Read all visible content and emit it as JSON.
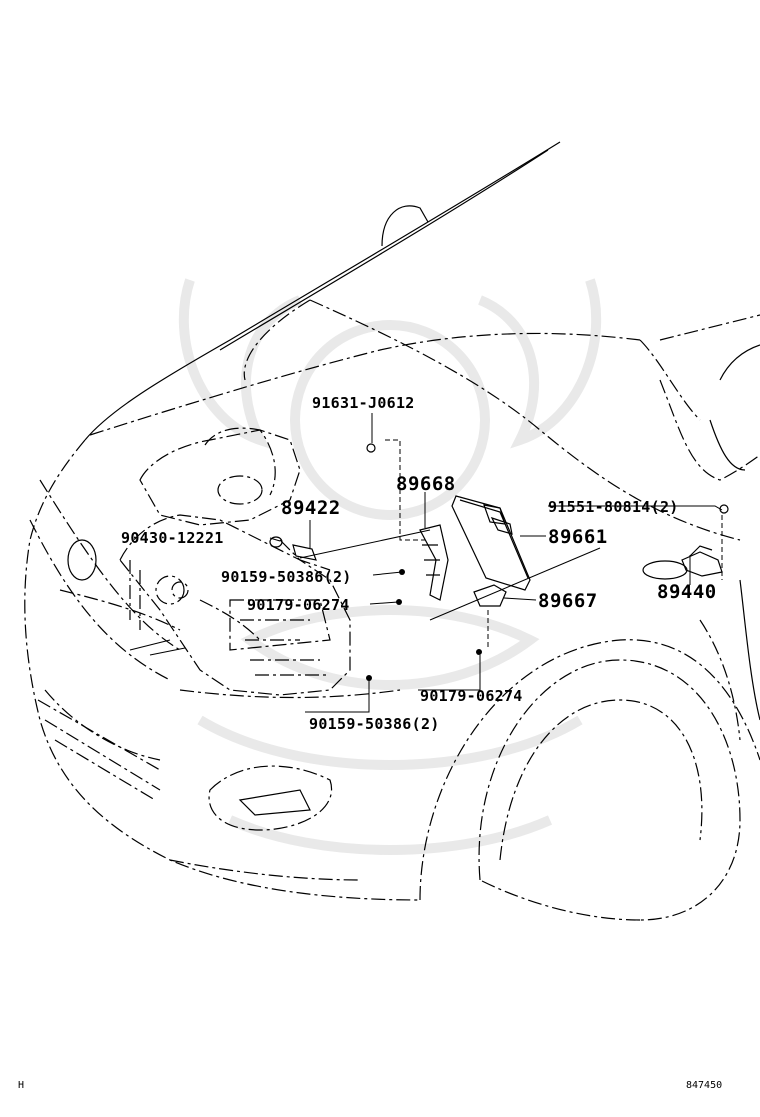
{
  "colors": {
    "line": "#000000",
    "background": "#ffffff",
    "watermark": "#e9e9e9"
  },
  "parts": [
    {
      "id": "91631-J0612"
    },
    {
      "id": "89668"
    },
    {
      "id": "89422"
    },
    {
      "id": "90430-12221"
    },
    {
      "id": "90159-50386(2)"
    },
    {
      "id": "90179-06274"
    },
    {
      "id": "91551-80814(2)"
    },
    {
      "id": "89661"
    },
    {
      "id": "89667"
    },
    {
      "id": "89440"
    },
    {
      "id": "90179-06274"
    },
    {
      "id": "90159-50386(2)"
    }
  ],
  "footer": {
    "left": "H",
    "right": "847450"
  }
}
